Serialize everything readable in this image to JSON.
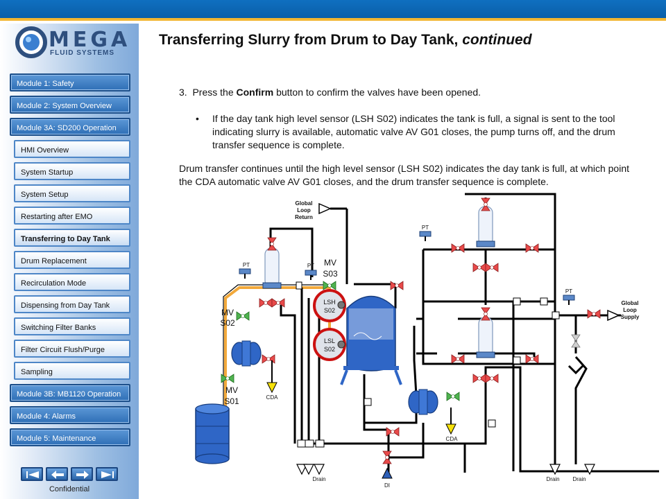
{
  "header": {
    "title_main": "Transferring Slurry from Drum to Day Tank,",
    "title_em": "continued"
  },
  "logo": {
    "word": "MEGA",
    "sub": "FLUID SYSTEMS"
  },
  "sidebar": {
    "items": [
      {
        "label": "Module 1: Safety",
        "kind": "mod"
      },
      {
        "label": "Module 2: System Overview",
        "kind": "mod"
      },
      {
        "label": "Module 3A: SD200 Operation",
        "kind": "mod"
      },
      {
        "label": "HMI Overview",
        "kind": "sub"
      },
      {
        "label": "System Startup",
        "kind": "sub"
      },
      {
        "label": "System Setup",
        "kind": "sub"
      },
      {
        "label": "Restarting after EMO",
        "kind": "sub"
      },
      {
        "label": "Transferring to Day Tank",
        "kind": "sub",
        "active": true
      },
      {
        "label": "Drum Replacement",
        "kind": "sub"
      },
      {
        "label": "Recirculation Mode",
        "kind": "sub"
      },
      {
        "label": "Dispensing from Day Tank",
        "kind": "sub"
      },
      {
        "label": "Switching Filter Banks",
        "kind": "sub"
      },
      {
        "label": "Filter Circuit Flush/Purge",
        "kind": "sub"
      },
      {
        "label": "Sampling",
        "kind": "sub"
      },
      {
        "label": "Module 3B: MB1120 Operation",
        "kind": "mod"
      },
      {
        "label": "Module 4: Alarms",
        "kind": "mod"
      },
      {
        "label": "Module 5: Maintenance",
        "kind": "mod"
      }
    ],
    "nav_buttons": [
      "first",
      "previous",
      "next",
      "last"
    ],
    "footer": "Confidential"
  },
  "content": {
    "step_number": "3.",
    "step_pre": "Press the",
    "step_bold": "Confirm",
    "step_post": "button to confirm the valves have been opened.",
    "bullet": "If the day tank high level sensor (LSH S02) indicates the tank is full, a signal is sent to the tool indicating slurry is available, automatic valve AV G01 closes, the pump turns off, and the drum transfer sequence is complete.",
    "paragraph": "Drum transfer continues until the high level sensor (LSH S02) indicates the day tank is full, at which point the CDA automatic valve AV G01 closes, and the drum transfer sequence is complete."
  },
  "diagram": {
    "labels": {
      "glr1": "Global",
      "glr2": "Loop",
      "glr3": "Return",
      "gls1": "Global",
      "gls2": "Loop",
      "gls3": "Supply",
      "pt": "PT",
      "mvs03a": "MV",
      "mvs03b": "S03",
      "mvs02a": "MV",
      "mvs02b": "S02",
      "mvs01a": "MV",
      "mvs01b": "S01",
      "lsha": "LSH",
      "lshb": "S02",
      "lsla": "LSL",
      "lslb": "S02",
      "cda": "CDA",
      "drain": "Drain",
      "di": "DI"
    },
    "colors": {
      "pipe": "#000000",
      "slurry_line": "#f2a93b",
      "valve_red": "#e84a4a",
      "valve_green": "#4fb34f",
      "tank_blue": "#2f66c6",
      "highlight_ring": "#cc1111",
      "cda_fill": "#f6e10a",
      "di_fill": "#2d5fb7"
    }
  }
}
